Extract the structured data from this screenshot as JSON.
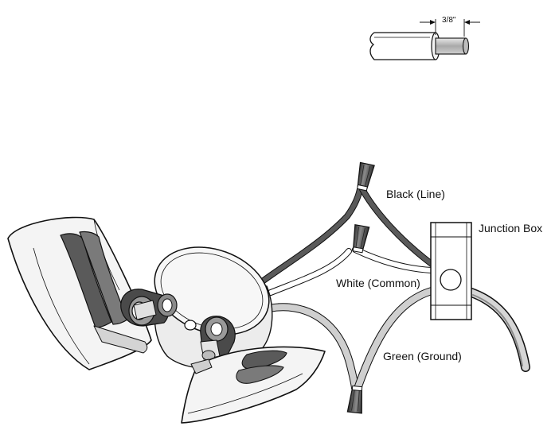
{
  "strip_detail": {
    "measurement": "3/8\""
  },
  "labels": {
    "black": "Black (Line)",
    "white": "White (Common)",
    "green": "Green (Ground)",
    "junction_box": "Junction Box"
  },
  "colors": {
    "black_wire": "#5a5a5a",
    "white_wire": "#ffffff",
    "green_wire": "#c8c8c8",
    "outline": "#111111",
    "wire_nut": "#4a4a4a",
    "fixture_shade": "#e6e6e6"
  }
}
